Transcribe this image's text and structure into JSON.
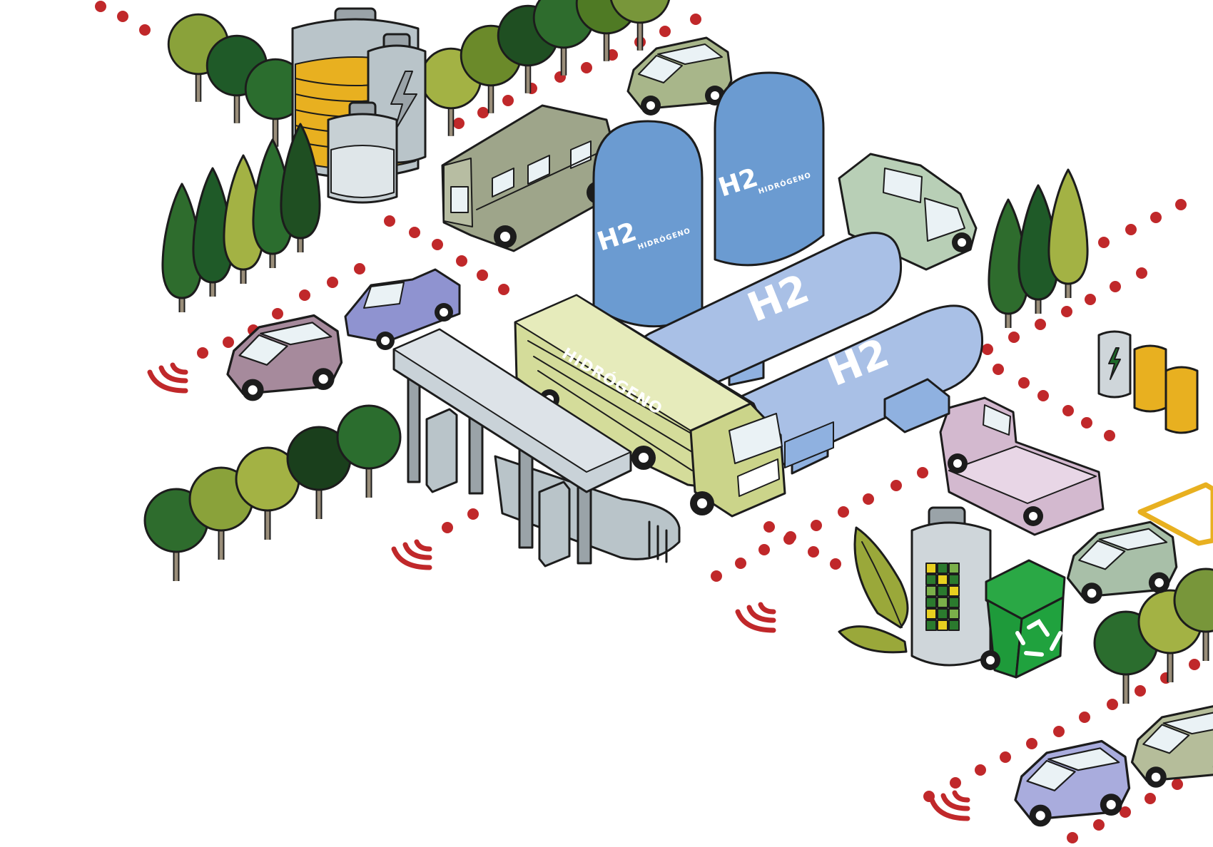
{
  "labels": {
    "tank_tall_1_big": "H2",
    "tank_tall_1_small": "HIDRÓGENO",
    "tank_tall_2_big": "H2",
    "tank_tall_2_small": "HIDRÓGENO",
    "tank_horiz_1": "H2",
    "tank_horiz_2": "H2",
    "tanker_side": "HIDRÓGENO"
  },
  "icons": {
    "recycle": "recycle-icon",
    "lightning": "lightning-bolt-icon",
    "signal": "signal-waves-icon"
  },
  "colors": {
    "road_dots": "#c0282a",
    "tank_blue_tall": "#6b9bd1",
    "tank_blue_horizontal": "#a9c0e6",
    "tanker_green": "#d4dc9a",
    "recycle_bin": "#1e9a3a",
    "battery_fill": "#e8b020"
  }
}
